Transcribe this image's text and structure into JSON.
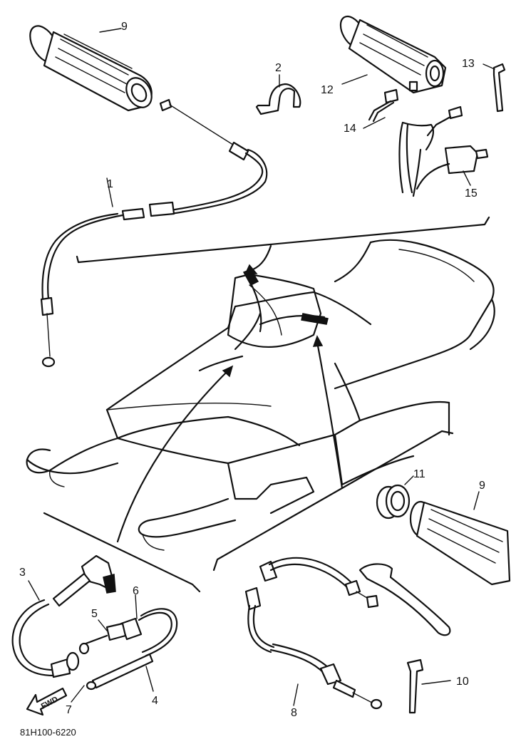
{
  "diagram": {
    "callouts": {
      "c1": "1",
      "c2": "2",
      "c3": "3",
      "c4": "4",
      "c5": "5",
      "c6": "6",
      "c7": "7",
      "c8": "8",
      "c9a": "9",
      "c9b": "9",
      "c10": "10",
      "c11": "11",
      "c12": "12",
      "c13": "13",
      "c14": "14",
      "c15": "15"
    },
    "fwd_label": "FWD",
    "figure_code": "81H100-6220"
  }
}
